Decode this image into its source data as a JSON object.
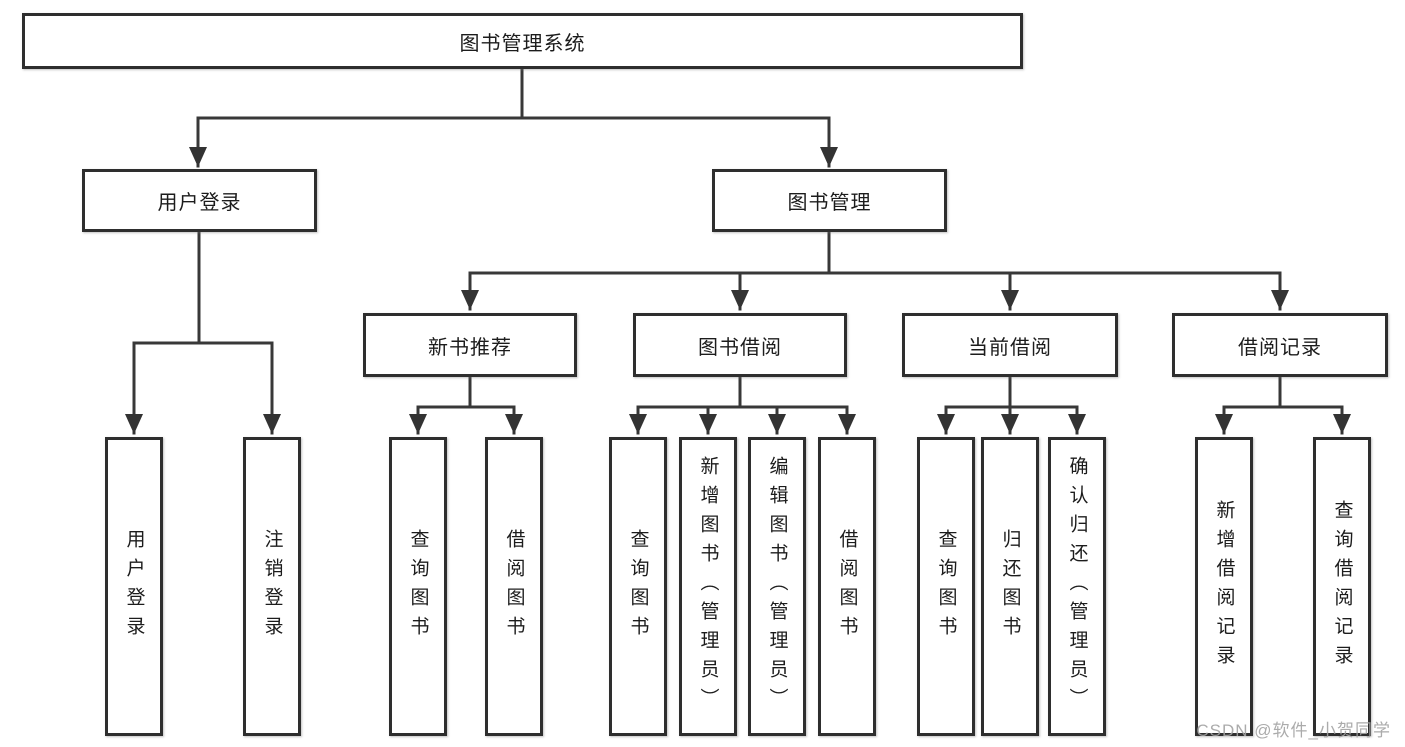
{
  "diagram": {
    "root": {
      "label": "图书管理系统"
    },
    "user_login": {
      "label": "用户登录",
      "children": [
        {
          "label": "用户登录"
        },
        {
          "label": "注销登录"
        }
      ]
    },
    "book_management": {
      "label": "图书管理",
      "sections": [
        {
          "label": "新书推荐",
          "children": [
            {
              "label": "查询图书"
            },
            {
              "label": "借阅图书"
            }
          ]
        },
        {
          "label": "图书借阅",
          "children": [
            {
              "label": "查询图书"
            },
            {
              "label": "新增图书（管理员）"
            },
            {
              "label": "编辑图书（管理员）"
            },
            {
              "label": "借阅图书"
            }
          ]
        },
        {
          "label": "当前借阅",
          "children": [
            {
              "label": "查询图书"
            },
            {
              "label": "归还图书"
            },
            {
              "label": "确认归还（管理员）"
            }
          ]
        },
        {
          "label": "借阅记录",
          "children": [
            {
              "label": "新增借阅记录"
            },
            {
              "label": "查询借阅记录"
            }
          ]
        }
      ]
    }
  },
  "watermark": "CSDN @软件_小贺同学",
  "colors": {
    "line": "#383838",
    "box_border": "#2e2e2e",
    "text": "#1c1c1c",
    "watermark_text": "#a3a3a3",
    "background": "#ffffff"
  }
}
